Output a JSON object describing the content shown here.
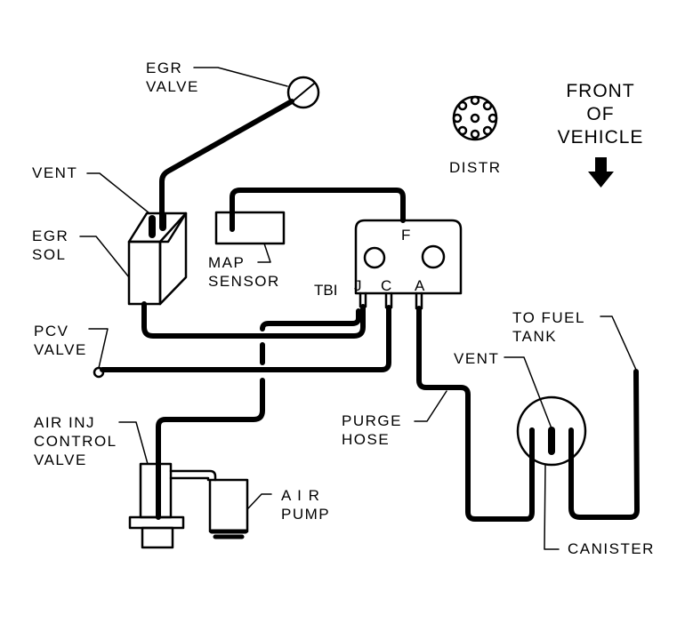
{
  "diagram": {
    "type": "vacuum-hose-routing",
    "orientation": {
      "line1": "FRONT",
      "line2": "OF",
      "line3": "VEHICLE",
      "arrow": "down-arrow-icon"
    },
    "components": {
      "egr_valve": {
        "line1": "EGR",
        "line2": "VALVE"
      },
      "vent_top": {
        "line1": "VENT"
      },
      "egr_sol": {
        "line1": "EGR",
        "line2": "SOL"
      },
      "map_sensor": {
        "line1": "MAP",
        "line2": "SENSOR"
      },
      "distr": {
        "line1": "DISTR"
      },
      "tbi": {
        "label": "TBI",
        "ports": [
          "J",
          "C",
          "A",
          "F"
        ]
      },
      "pcv_valve": {
        "line1": "PCV",
        "line2": "VALVE"
      },
      "air_inj": {
        "line1": "AIR INJ",
        "line2": "CONTROL",
        "line3": "VALVE"
      },
      "air_pump": {
        "line1": "A I R",
        "line2": "PUMP"
      },
      "purge_hose": {
        "line1": "PURGE",
        "line2": "HOSE"
      },
      "to_fuel_tank": {
        "line1": "TO FUEL",
        "line2": "TANK"
      },
      "vent_canister": {
        "line1": "VENT"
      },
      "canister": {
        "line1": "CANISTER"
      }
    },
    "colors": {
      "ink": "#000000",
      "paper": "#ffffff"
    }
  }
}
